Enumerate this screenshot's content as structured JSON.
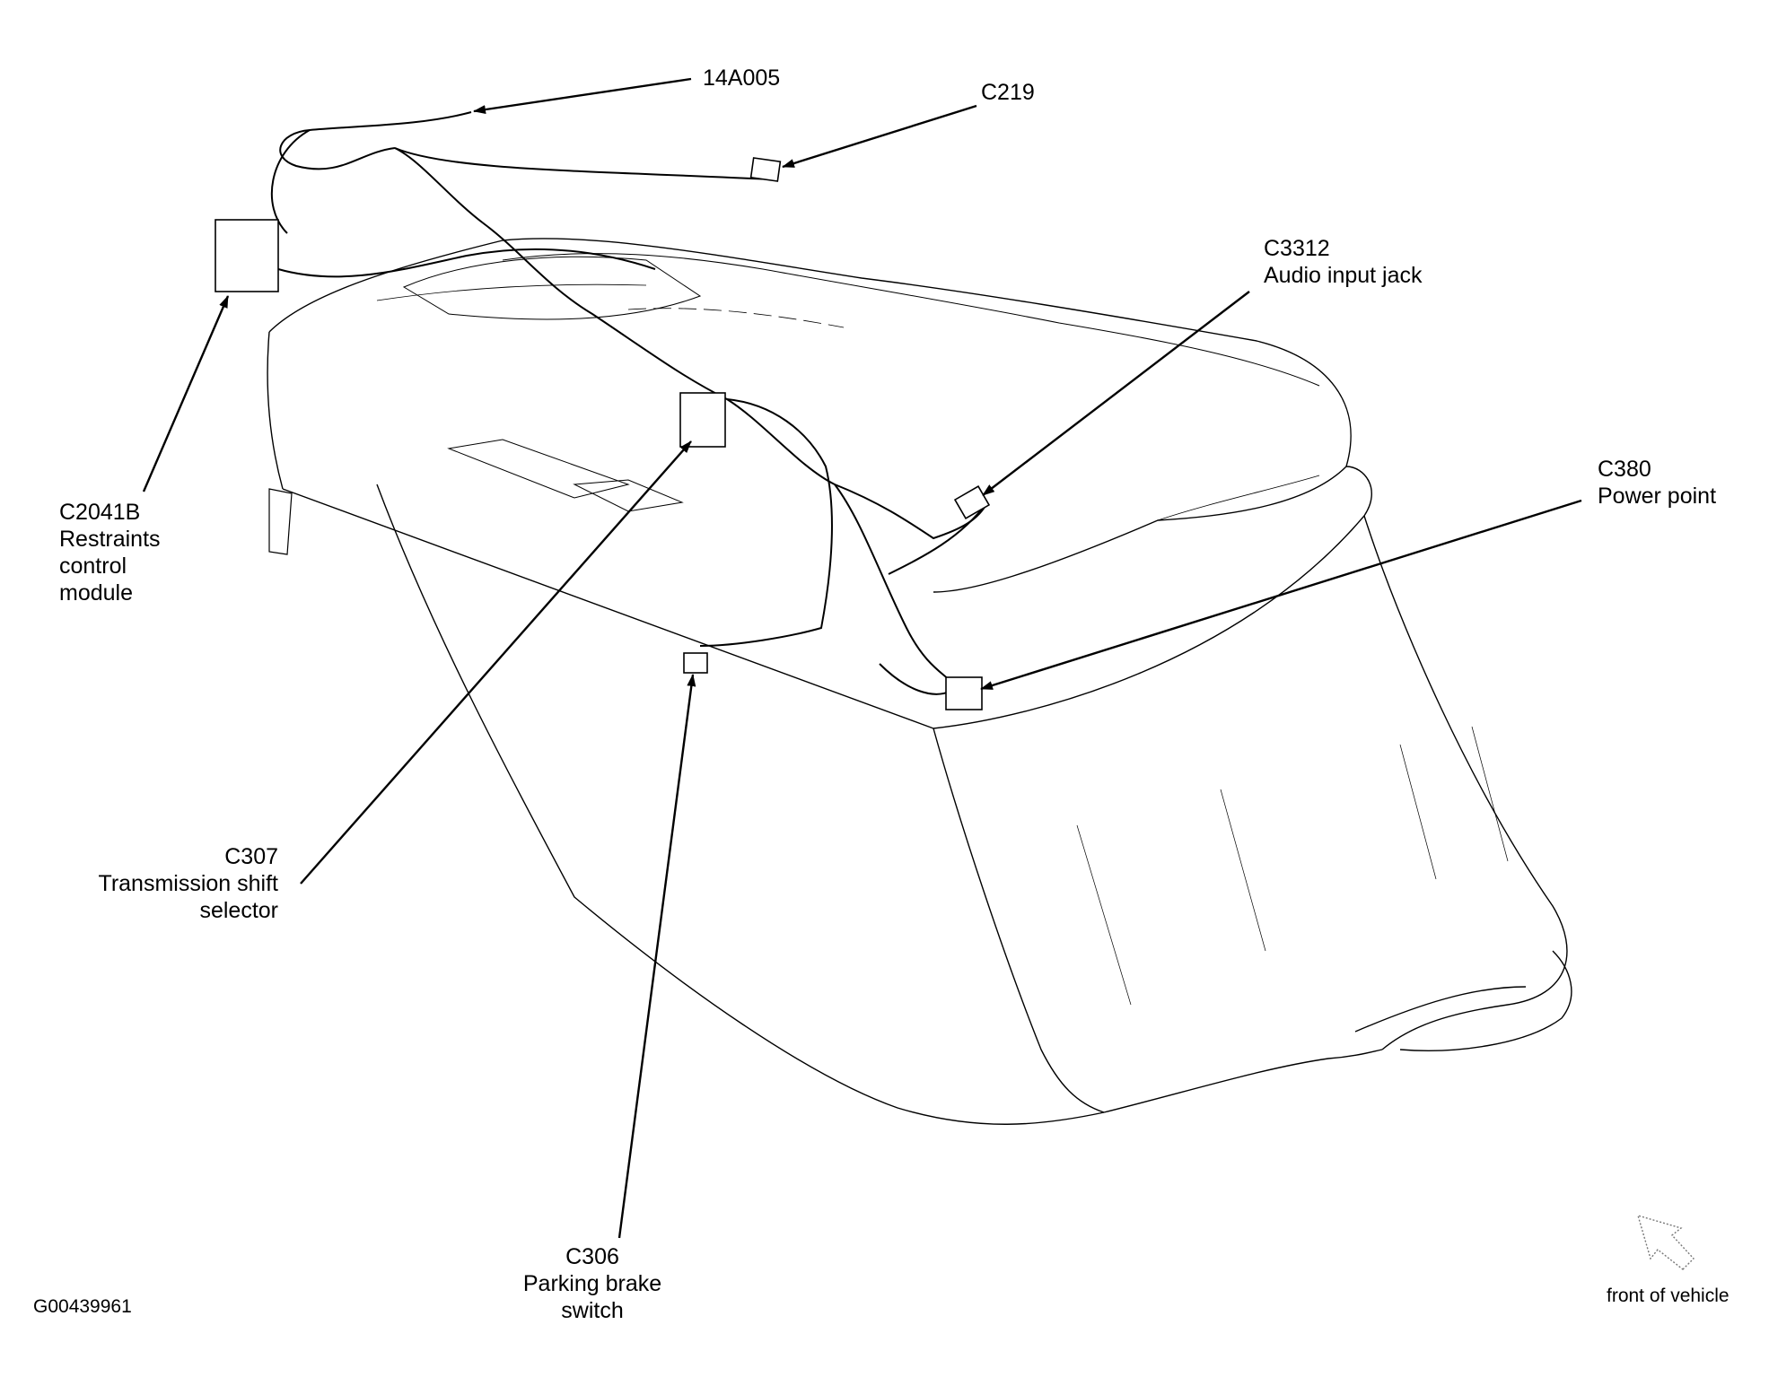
{
  "callouts": {
    "harness": {
      "code": "14A005"
    },
    "c219": {
      "code": "C219"
    },
    "c3312": {
      "code": "C3312",
      "desc": "Audio input jack"
    },
    "c380": {
      "code": "C380",
      "desc": "Power point"
    },
    "c2041b": {
      "code": "C2041B",
      "desc1": "Restraints",
      "desc2": "control",
      "desc3": "module"
    },
    "c307": {
      "code": "C307",
      "desc1": "Transmission shift",
      "desc2": "selector"
    },
    "c306": {
      "code": "C306",
      "desc1": "Parking brake",
      "desc2": "switch"
    }
  },
  "figure_id": "G00439961",
  "orientation": {
    "label": "front of vehicle",
    "icon": "direction-arrow-icon"
  },
  "colors": {
    "line": "#000000",
    "background": "#ffffff",
    "dotted_arrow": "#888888"
  }
}
